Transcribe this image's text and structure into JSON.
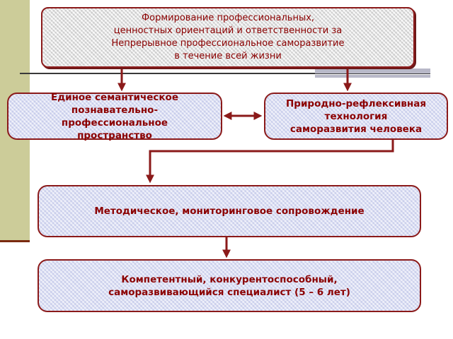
{
  "boxes": {
    "top": "Формирование профессиональных,\nценностных ориентаций и ответственности за\nНепрерывное профессиональное саморазвитие\nв течение всей жизни",
    "left": "Единое семантическое\nпознавательно-\nпрофессиональное\nпространство",
    "right": "Природно-рефлексивная\nтехнология\nсаморазвития человека",
    "middle": "Методическое, мониторинговое сопровождение",
    "bottom": "Компетентный, конкурентоспособный,\nсаморазвивающийся специалист (5 – 6 лет)"
  },
  "colors": {
    "text": "#8b0000",
    "border": "#8b1a1a",
    "arrow": "#8b1a1a",
    "box_fill": "#e4e6f7",
    "sidebar": "#cccc99"
  }
}
